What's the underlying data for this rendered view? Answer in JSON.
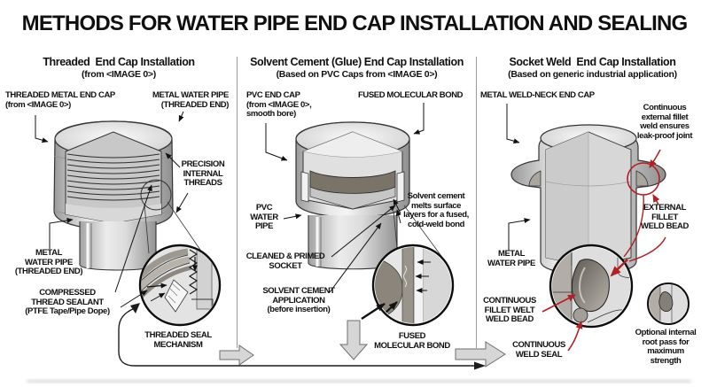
{
  "title": "METHODS FOR WATER PIPE END CAP INSTALLATION AND SEALING",
  "colors": {
    "annotation_red": "#b02025",
    "cement_gray": "#7a7468",
    "metal_light": "#efefef",
    "metal_dark": "#9a9a9a",
    "line_black": "#1c1c1c"
  },
  "columns": [
    {
      "heading": "Threaded  End Cap Installation",
      "subheading": "(from <IMAGE 0>)",
      "labels": {
        "cap": "THREADED METAL END CAP\n(from <IMAGE 0>)",
        "pipe_top": "METAL WATER PIPE\n(THREADED END)",
        "threads": "PRECISION\nINTERNAL\nTHREADS",
        "pipe_bottom": "METAL\nWATER PIPE\n(THREADED END)",
        "sealant": "COMPRESSED\nTHREAD SEALANT\n(PTFE Tape/Pipe Dope)",
        "mechanism": "THREADED SEAL\nMECHANISM"
      }
    },
    {
      "heading": "Solvent Cement (Glue) End Cap Installation",
      "subheading": "(Based on PVC Caps from <IMAGE 0>)",
      "labels": {
        "cap": "PVC END CAP\n(from <IMAGE 0>,\nsmooth bore)",
        "bond_top": "FUSED MOLECULAR BOND",
        "pipe": "PVC\nWATER\nPIPE",
        "solvent_note": "Solvent cement\nmelts surface\nlayers for a fused,\ncold-weld bond",
        "socket": "CLEANED & PRIMED\nSOCKET",
        "application": "SOLVENT CEMENT\nAPPLICATION\n(before insertion)",
        "bond_bottom": "FUSED\nMOLECULAR BOND"
      }
    },
    {
      "heading": "Socket Weld  End Cap Installation",
      "subheading": "(Based on generic industrial application)",
      "labels": {
        "cap": "METAL WELD-NECK END CAP",
        "weld_note": "Continuous\nexternal fillet\nweld ensures\nleak-proof joint",
        "external_bead": "EXTERNAL\nFILLET\nWELD BEAD",
        "pipe": "METAL\nWATER PIPE",
        "continuous_bead": "CONTINUOUS\nFILLET WELT\nWELD BEAD",
        "weld_seal": "CONTINUOUS\nWELD SEAL",
        "root_pass": "Optional internal\nroot pass for\nmaximum\nstrength"
      }
    }
  ]
}
